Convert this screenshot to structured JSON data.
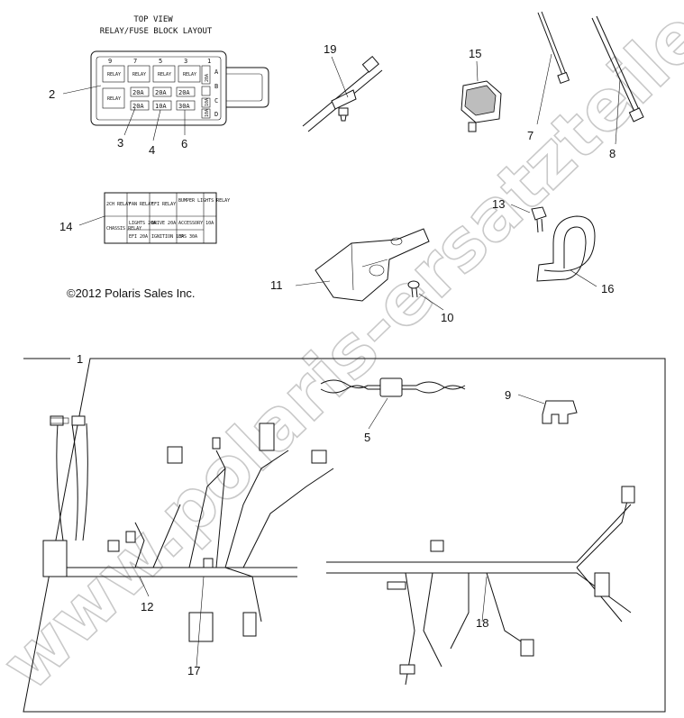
{
  "fuse_block": {
    "title_line1": "TOP VIEW",
    "title_line2": "RELAY/FUSE BLOCK LAYOUT",
    "slot_numbers": [
      "9",
      "7",
      "5",
      "3",
      "1"
    ],
    "relay_label": "RELAY",
    "fuses_row1": [
      "20A",
      "20A",
      "20A"
    ],
    "fuses_row2": [
      "20A",
      "10A",
      "30A"
    ],
    "side_fuses": [
      "20A",
      "",
      "10A",
      "10A"
    ],
    "side_letters": [
      "A",
      "B",
      "C",
      "D"
    ]
  },
  "label_sheet": {
    "cells": [
      "2CH RELAY",
      "FAN RELAY",
      "EFI RELAY",
      "BUMPER LIGHTS RELAY",
      "CHASSIS RELAY",
      "LIGHTS 20A",
      "DRIVE 20A",
      "ACCESSORY 10A",
      "EFI 20A",
      "IGNITION 10A",
      "EPS 30A"
    ]
  },
  "copyright": "©2012 Polaris Sales Inc.",
  "watermark": "www.polaris-ersatzteile.de",
  "callouts": {
    "c1": "1",
    "c2": "2",
    "c3": "3",
    "c4": "4",
    "c5": "5",
    "c6": "6",
    "c7": "7",
    "c8": "8",
    "c9": "9",
    "c10": "10",
    "c11": "11",
    "c12": "12",
    "c13": "13",
    "c14": "14",
    "c15": "15",
    "c16": "16",
    "c17": "17",
    "c18": "18",
    "c19": "19"
  }
}
